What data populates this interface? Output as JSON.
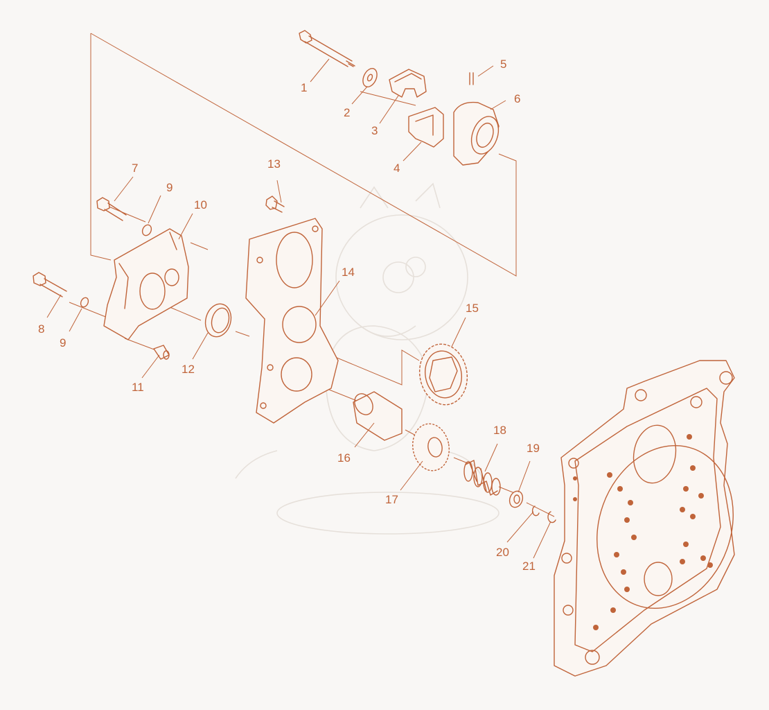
{
  "colors": {
    "line": "#c0643a",
    "background": "#f9f7f5",
    "watermark": "#e6e0da"
  },
  "parts": [
    {
      "label": "1"
    },
    {
      "label": "2"
    },
    {
      "label": "3"
    },
    {
      "label": "4"
    },
    {
      "label": "5"
    },
    {
      "label": "6"
    },
    {
      "label": "7"
    },
    {
      "label": "9"
    },
    {
      "label": "10"
    },
    {
      "label": "13"
    },
    {
      "label": "14"
    },
    {
      "label": "8"
    },
    {
      "label": "9"
    },
    {
      "label": "12"
    },
    {
      "label": "11"
    },
    {
      "label": "15"
    },
    {
      "label": "16"
    },
    {
      "label": "17"
    },
    {
      "label": "18"
    },
    {
      "label": "19"
    },
    {
      "label": "20"
    },
    {
      "label": "21"
    }
  ]
}
